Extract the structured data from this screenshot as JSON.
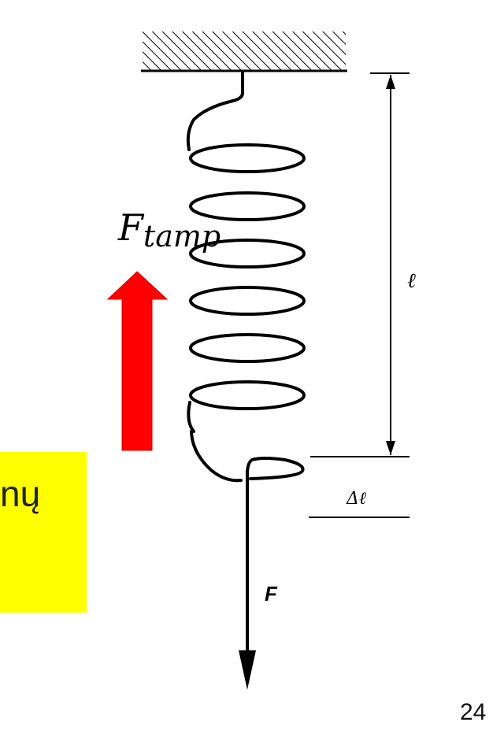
{
  "labels": {
    "tension_force_main": "F",
    "tension_force_sub": "tamp",
    "length": "ℓ",
    "elongation": "Δℓ",
    "applied_force": "F"
  },
  "yellow_note": {
    "text": "nų"
  },
  "page_number": "24",
  "colors": {
    "arrow_red": "#ff0000",
    "highlight_yellow": "#ffff00",
    "line_black": "#000000"
  }
}
